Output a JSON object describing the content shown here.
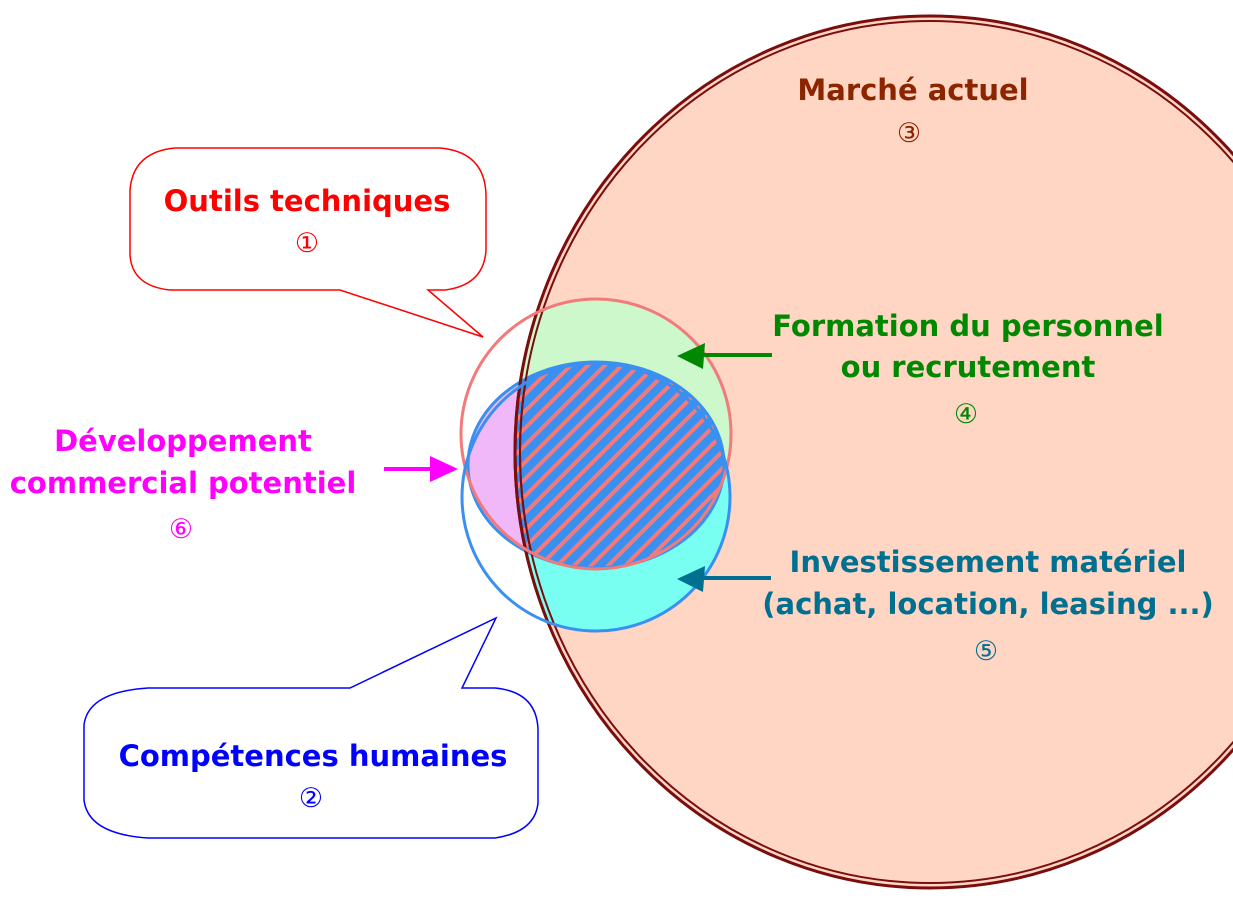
{
  "diagram": {
    "market": {
      "title": "Marché actuel",
      "number": "③",
      "color": "#8b2500",
      "fill": "#ffd5c3",
      "stroke": "#7a0d0d"
    },
    "tools": {
      "title": "Outils techniques",
      "number": "①",
      "color": "#ff0000"
    },
    "skills": {
      "title": "Compétences humaines",
      "number": "②",
      "color": "#0000ff"
    },
    "training": {
      "line1": "Formation du personnel",
      "line2": "ou recrutement",
      "number": "④",
      "color": "#008800"
    },
    "investment": {
      "line1": "Investissement matériel",
      "line2": "(achat, location, leasing ...)",
      "number": "⑤",
      "color": "#007090"
    },
    "development": {
      "line1": "Développement",
      "line2": "commercial potentiel",
      "number": "⑥",
      "color": "#ff00ff"
    },
    "colors": {
      "tools_circle": "#f27a7a",
      "skills_circle": "#3a90f0",
      "training_fill": "#ccf8cc",
      "investment_fill": "#78fff2",
      "development_fill": "#f0b8f8"
    }
  }
}
